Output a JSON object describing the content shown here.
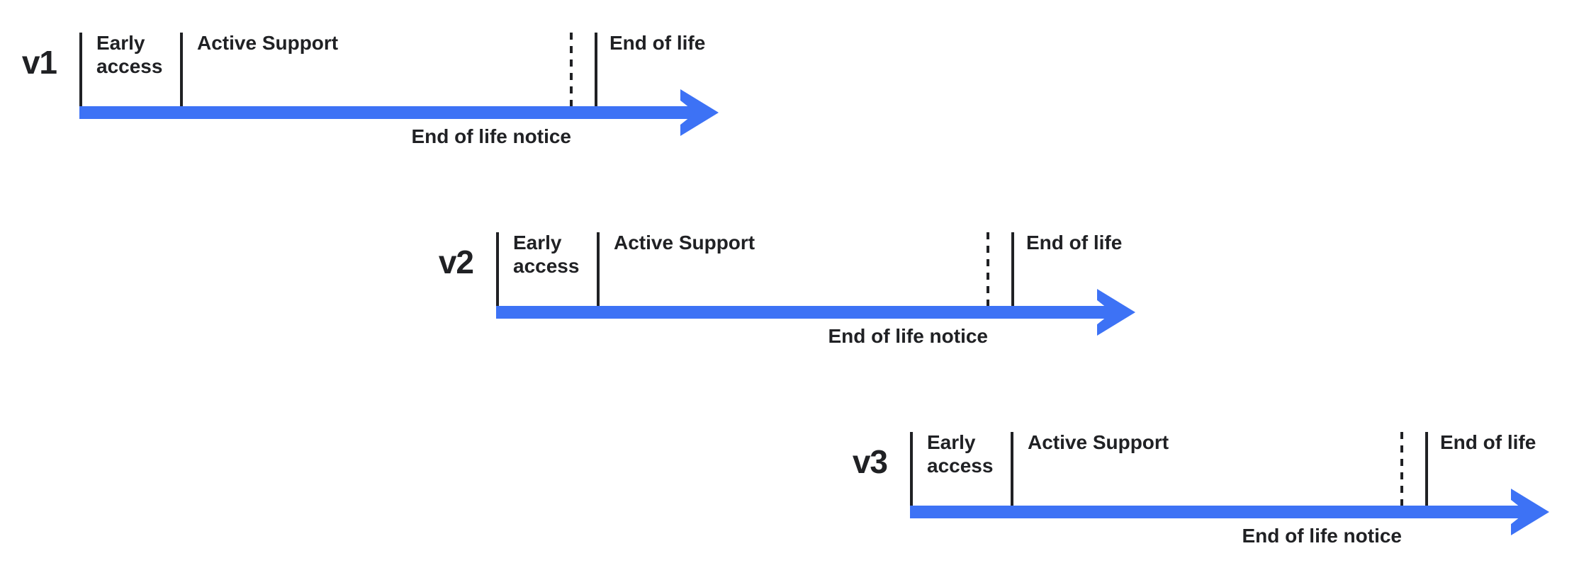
{
  "diagram": {
    "title_hint": "version-lifecycle-timelines",
    "colors": {
      "background": "#FFFFFF",
      "arrow_blue": "#3D72F5",
      "tick_and_text": "#202124"
    },
    "timelines": [
      {
        "version": "v1",
        "early_access": "Early access",
        "active_support": "Active Support",
        "end_of_life": "End of life",
        "end_of_life_notice": "End of life notice"
      },
      {
        "version": "v2",
        "early_access": "Early access",
        "active_support": "Active Support",
        "end_of_life": "End of life",
        "end_of_life_notice": "End of life notice"
      },
      {
        "version": "v3",
        "early_access": "Early access",
        "active_support": "Active Support",
        "end_of_life": "End of life",
        "end_of_life_notice": "End of life notice"
      }
    ]
  }
}
